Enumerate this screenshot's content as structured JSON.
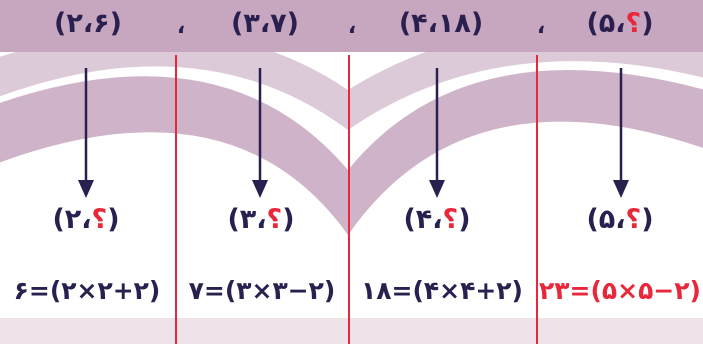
{
  "colors": {
    "text": "#2a2050",
    "accent_red": "#e8283a",
    "divider": "#e8283a",
    "arrow": "#2a2050",
    "background_arc": "#c7a6c0"
  },
  "columns": [
    {
      "top_pair": "(۲،۶)",
      "bottom_pair_prefix": "(۲،",
      "question_mark": "؟",
      "bottom_pair_suffix": ")",
      "equation": "۶=(۲×۲+۲)"
    },
    {
      "top_pair": "(۳،۷)",
      "bottom_pair_prefix": "(۳،",
      "question_mark": "؟",
      "bottom_pair_suffix": ")",
      "equation": "۷=(۳×۳−۲)"
    },
    {
      "top_pair": "(۴،۱۸)",
      "bottom_pair_prefix": "(۴،",
      "question_mark": "؟",
      "bottom_pair_suffix": ")",
      "equation": "۱۸=(۴×۴+۲)"
    },
    {
      "top_pair_prefix": "(۵،",
      "top_question_mark": "؟",
      "top_pair_suffix": ")",
      "bottom_pair_prefix": "(۵،",
      "question_mark": "؟",
      "bottom_pair_suffix": ")",
      "equation": "۲۳=(۵×۵−۲)"
    }
  ],
  "separator": "،"
}
